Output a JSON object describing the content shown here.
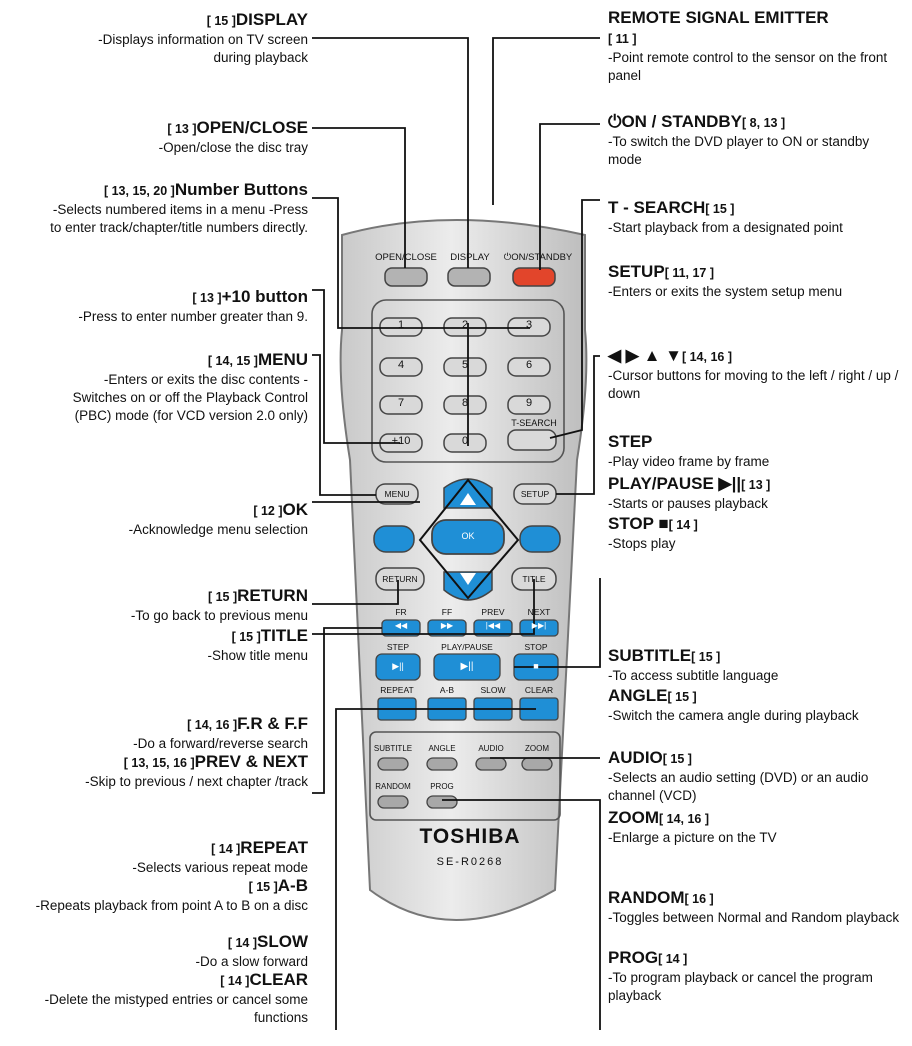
{
  "left_callouts": [
    {
      "ref": "[ 15 ]",
      "title": "DISPLAY",
      "desc": "-Displays information on TV screen during playback"
    },
    {
      "ref": "[ 13 ]",
      "title": "OPEN/CLOSE",
      "desc": "-Open/close the disc tray"
    },
    {
      "ref": "[ 13, 15, 20 ]",
      "title": "Number Buttons",
      "desc": "-Selects numbered items in a menu -Press to enter track/chapter/title numbers directly."
    },
    {
      "ref": "[ 13 ]",
      "title": "+10 button",
      "desc": "-Press to enter number greater than 9."
    },
    {
      "ref": "[ 14, 15 ]",
      "title": "MENU",
      "desc": "-Enters or exits the disc contents -Switches on or off the Playback Control (PBC) mode (for VCD version 2.0 only)"
    },
    {
      "ref": "[ 12 ]",
      "title": "OK",
      "desc": "-Acknowledge menu selection"
    },
    {
      "ref": "[ 15 ]",
      "title": "RETURN",
      "desc": "-To go back to previous menu"
    },
    {
      "ref": "[ 15 ]",
      "title": "TITLE",
      "desc": "-Show title menu"
    },
    {
      "ref": "[ 14, 16 ]",
      "title": "F.R & F.F",
      "desc": "-Do a forward/reverse search"
    },
    {
      "ref": "[ 13, 15, 16 ]",
      "title": "PREV & NEXT",
      "desc": "-Skip to previous / next chapter /track"
    },
    {
      "ref": "[ 14 ]",
      "title": "REPEAT",
      "desc": "-Selects various repeat mode"
    },
    {
      "ref": "[ 15 ]",
      "title": "A-B",
      "desc": "-Repeats playback from point A to B on a disc"
    },
    {
      "ref": "[ 14 ]",
      "title": "SLOW",
      "desc": "-Do a slow forward"
    },
    {
      "ref": "[ 14 ]",
      "title": "CLEAR",
      "desc": "-Delete  the mistyped entries or cancel some functions"
    }
  ],
  "right_callouts": [
    {
      "title": "REMOTE SIGNAL EMITTER",
      "ref": "[ 11 ]",
      "desc": "-Point remote control to the sensor on the front panel"
    },
    {
      "title": "⏻ON / STANDBY",
      "ref": "[ 8, 13 ]",
      "desc": "-To switch the DVD player to ON or standby mode"
    },
    {
      "title": "T - SEARCH",
      "ref": "[ 15 ]",
      "desc": "-Start playback from a designated point"
    },
    {
      "title": "SETUP",
      "ref": "[ 11, 17 ]",
      "desc": "-Enters or exits the system setup menu"
    },
    {
      "title": "◀ ▶ ▲ ▼",
      "ref": "[ 14, 16 ]",
      "desc": "-Cursor buttons for moving to the left / right / up / down"
    },
    {
      "title": "STEP",
      "ref": "",
      "desc": "-Play video frame by frame"
    },
    {
      "title": "PLAY/PAUSE ▶||",
      "ref": "[ 13 ]",
      "desc": "-Starts or pauses playback"
    },
    {
      "title": "STOP ■",
      "ref": "[ 14 ]",
      "desc": "-Stops play"
    },
    {
      "title": "SUBTITLE",
      "ref": "[ 15 ]",
      "desc": "-To access subtitle language"
    },
    {
      "title": "ANGLE",
      "ref": "[ 15 ]",
      "desc": "-Switch the camera angle during playback"
    },
    {
      "title": "AUDIO",
      "ref": "[ 15 ]",
      "desc": "-Selects an audio setting (DVD) or an audio channel (VCD)"
    },
    {
      "title": "ZOOM",
      "ref": "[ 14, 16 ]",
      "desc": "-Enlarge a picture on the TV"
    },
    {
      "title": "RANDOM",
      "ref": "[ 16 ]",
      "desc": "-Toggles between Normal and Random playback"
    },
    {
      "title": "PROG",
      "ref": "[ 14 ]",
      "desc": "-To program playback or cancel the program playback"
    }
  ],
  "remote": {
    "brand": "TOSHIBA",
    "model": "SE-R0268",
    "top_labels": [
      "OPEN/CLOSE",
      "DISPLAY",
      "⏻ON/STANDBY"
    ],
    "numbers": [
      "1",
      "2",
      "3",
      "4",
      "5",
      "6",
      "7",
      "8",
      "9",
      "+10",
      "0"
    ],
    "tsearch": "T-SEARCH",
    "menu": "MENU",
    "setup": "SETUP",
    "ok": "OK",
    "return": "RETURN",
    "title": "TITLE",
    "transport_labels": [
      "FR",
      "FF",
      "PREV",
      "NEXT"
    ],
    "transport_icons": [
      "◀◀",
      "▶▶",
      "|◀◀",
      "▶▶|"
    ],
    "play_labels": [
      "STEP",
      "PLAY/PAUSE",
      "STOP"
    ],
    "play_icons": [
      "▶||",
      "▶||",
      "■"
    ],
    "mode_labels": [
      "REPEAT",
      "A-B",
      "SLOW",
      "CLEAR"
    ],
    "sub_labels": [
      "SUBTITLE",
      "ANGLE",
      "AUDIO",
      "ZOOM"
    ],
    "bottom_labels": [
      "RANDOM",
      "PROG"
    ],
    "colors": {
      "body": "#e3e3e3",
      "blue": "#1f8fd6",
      "red": "#e2452b",
      "dark": "#555555"
    }
  }
}
